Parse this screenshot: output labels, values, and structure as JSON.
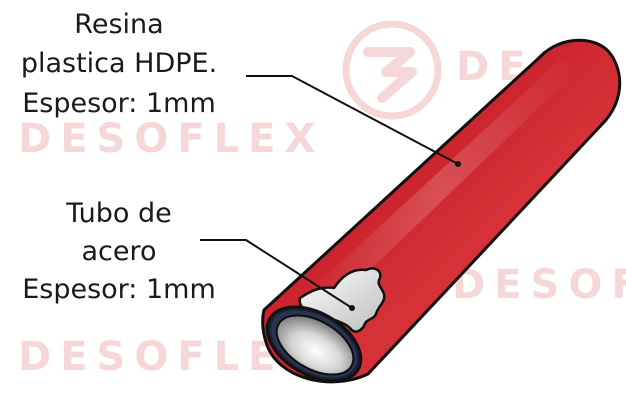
{
  "labels": {
    "outer": [
      "Resina",
      "plastica HDPE.",
      "Espesor: 1mm"
    ],
    "inner": [
      "Tubo de",
      "acero",
      "Espesor: 1mm"
    ]
  },
  "watermark": {
    "text_left_top": "DESOFLEX",
    "text_left_bottom": "DESOFLEX",
    "text_right_top": "DESO",
    "text_right_bottom": "DESOFL",
    "color": "#f6d7d7"
  },
  "colors": {
    "resin": "#c8202a",
    "resin_dark": "#8e1016",
    "resin_light": "#e2464d",
    "steel": "#d9d9d9",
    "steel_dark": "#6e6e6e",
    "outline": "#111111",
    "inner_edge": "#1d2a44"
  }
}
